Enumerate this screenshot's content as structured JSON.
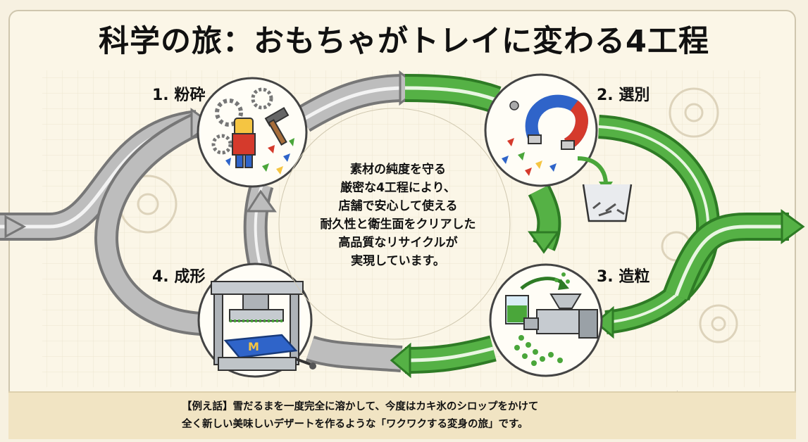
{
  "title": "科学の旅：おもちゃがトレイに変わる4工程",
  "steps": [
    {
      "label": "1. 粉砕"
    },
    {
      "label": "2. 選別"
    },
    {
      "label": "3. 造粒"
    },
    {
      "label": "4. 成形"
    }
  ],
  "center_text": [
    "素材の純度を守る",
    "厳密な4工程により、",
    "店舗で安心して使える",
    "耐久性と衛生面をクリアした",
    "高品質なリサイクルが",
    "実現しています。"
  ],
  "example": {
    "line1": "【例え話】雪だるまを一度完全に溶かして、今度はカキ氷のシロップをかけて",
    "line2": "全く新しい美味しいデザートを作るような「ワクワクする変身の旅」です。"
  },
  "colors": {
    "gray_arrow": "#9c9c9c",
    "green_arrow": "#4aa63a",
    "background": "#fbf6e7",
    "example_bar": "#f1e4c3"
  },
  "icons": [
    "crushing-illustration-icon",
    "magnet-sorting-illustration-icon",
    "pellet-extruder-illustration-icon",
    "press-molding-illustration-icon",
    "snowman-icon",
    "shaved-ice-icon",
    "gear-icon"
  ]
}
